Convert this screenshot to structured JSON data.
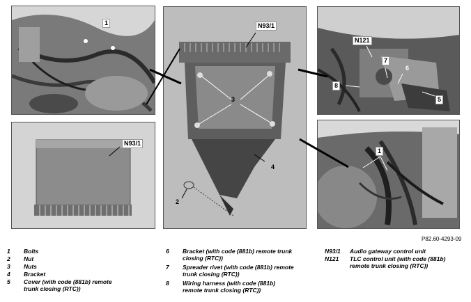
{
  "callouts": {
    "tl_1": "1",
    "bl_n93": "N93/1",
    "c_n93": "N93/1",
    "c_3": "3",
    "c_4": "4",
    "c_2": "2",
    "tr_n121": "N121",
    "tr_7": "7",
    "tr_6": "6",
    "tr_8": "8",
    "tr_5": "5",
    "br_1": "1"
  },
  "reference": "P82.60-4293-09",
  "legend": {
    "col1": [
      {
        "num": "1",
        "text": "Bolts"
      },
      {
        "num": "2",
        "text": "Nut"
      },
      {
        "num": "3",
        "text": "Nuts"
      },
      {
        "num": "4",
        "text": "Bracket"
      },
      {
        "num": "5",
        "text": "Cover (with code (881b) remote trunk closing (RTC))"
      }
    ],
    "col2": [
      {
        "num": "6",
        "text": "Bracket (with code (881b) remote trunk closing (RTC))"
      },
      {
        "num": "7",
        "text": "Spreader rivet (with code (881b) remote trunk closing (RTC))"
      },
      {
        "num": "8",
        "text": "Wiring harness (with code (881b) remote trunk closing (RTC))"
      }
    ],
    "col3": [
      {
        "num": "N93/1",
        "text": "Audio gateway control unit"
      },
      {
        "num": "N121",
        "text": "TLC control unit (with code (881b) remote trunk closing (RTC))"
      }
    ]
  }
}
